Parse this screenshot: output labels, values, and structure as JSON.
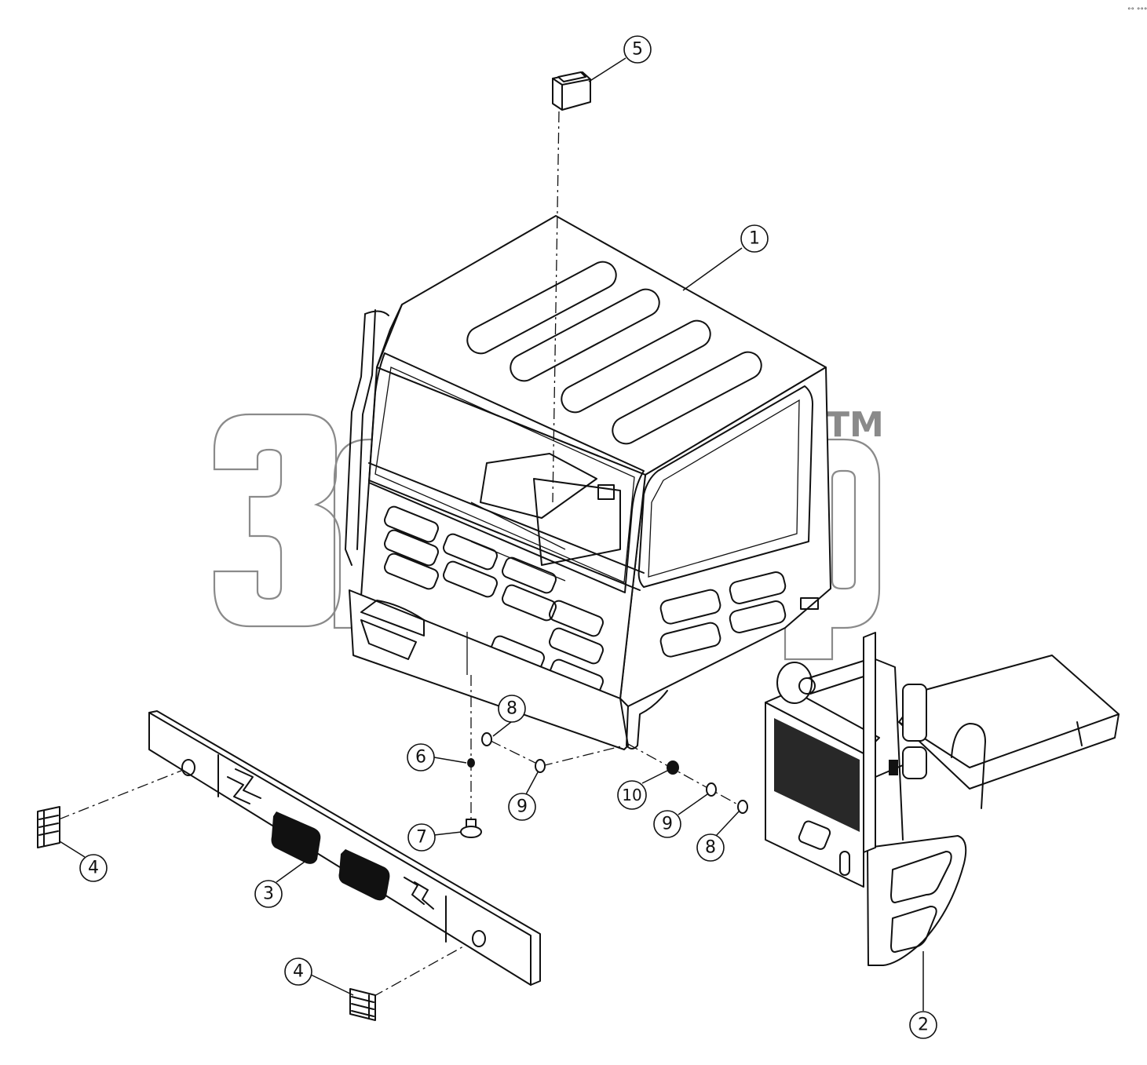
{
  "callouts": [
    {
      "id": "c5",
      "label": "5"
    },
    {
      "id": "c1",
      "label": "1"
    },
    {
      "id": "c8a",
      "label": "8"
    },
    {
      "id": "c6",
      "label": "6"
    },
    {
      "id": "c9a",
      "label": "9"
    },
    {
      "id": "c10",
      "label": "10"
    },
    {
      "id": "c9b",
      "label": "9"
    },
    {
      "id": "c8b",
      "label": "8"
    },
    {
      "id": "c7",
      "label": "7"
    },
    {
      "id": "c4a",
      "label": "4"
    },
    {
      "id": "c3",
      "label": "3"
    },
    {
      "id": "c4b",
      "label": "4"
    },
    {
      "id": "c2",
      "label": "2"
    }
  ],
  "watermark": {
    "tm": "TM"
  },
  "corner_mark": "°° °°°"
}
